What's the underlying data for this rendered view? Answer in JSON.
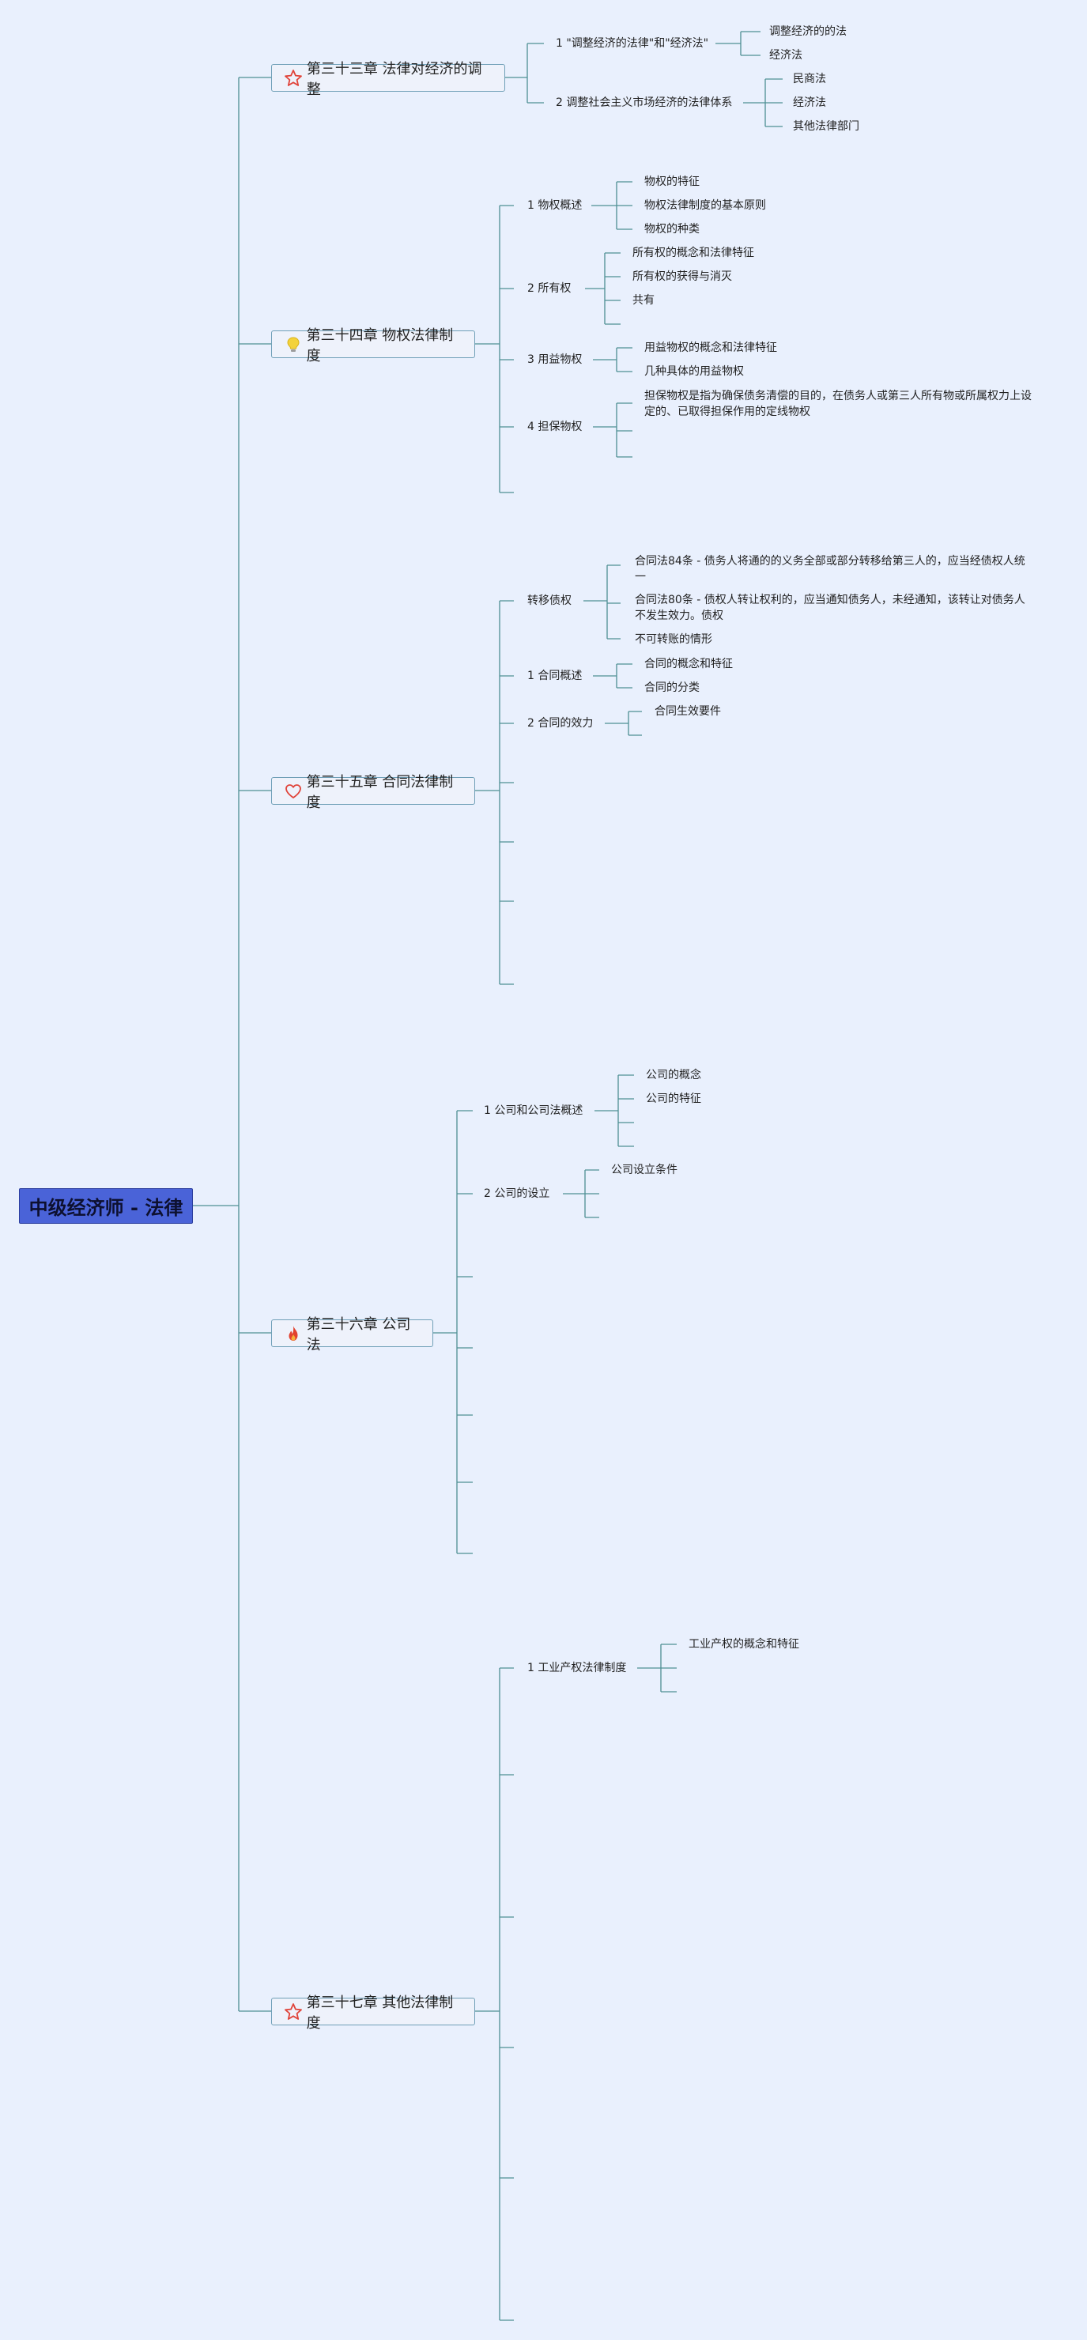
{
  "root": "中级经济师 - 法律",
  "chapters": [
    {
      "title": "第三十三章 法律对经济的调整",
      "icon": "star-icon",
      "sections": [
        {
          "label": "1 \"调整经济的法律\"和\"经济法\"",
          "items": [
            "调整经济的的法",
            "经济法"
          ]
        },
        {
          "label": "2 调整社会主义市场经济的法律体系",
          "items": [
            "民商法",
            "经济法",
            "其他法律部门"
          ]
        }
      ]
    },
    {
      "title": "第三十四章 物权法律制度",
      "icon": "lightbulb-icon",
      "sections": [
        {
          "label": "1 物权概述",
          "items": [
            "物权的特征",
            "物权法律制度的基本原则",
            "物权的种类"
          ]
        },
        {
          "label": "2 所有权",
          "items": [
            "所有权的概念和法律特征",
            "所有权的获得与消灭",
            "共有"
          ]
        },
        {
          "label": "3 用益物权",
          "items": [
            "用益物权的概念和法律特征",
            "几种具体的用益物权"
          ]
        },
        {
          "label": "4 担保物权",
          "items": [
            "担保物权是指为确保债务清偿的目的，在债务人或第三人所有物或所属权力上设定的、已取得担保作用的定线物权"
          ]
        }
      ]
    },
    {
      "title": "第三十五章 合同法律制度",
      "icon": "heart-icon",
      "sections": [
        {
          "label": "转移债权",
          "items": [
            "合同法84条 - 债务人将通的的义务全部或部分转移给第三人的，应当经债权人统一",
            "合同法80条 - 债权人转让权利的，应当通知债务人，未经通知，该转让对债务人不发生效力。债权",
            "不可转账的情形"
          ]
        },
        {
          "label": "1 合同概述",
          "items": [
            "合同的概念和特征",
            "合同的分类"
          ]
        },
        {
          "label": "2 合同的效力",
          "items": [
            "合同生效要件"
          ]
        }
      ]
    },
    {
      "title": "第三十六章 公司法",
      "icon": "fire-icon",
      "sections": [
        {
          "label": "1 公司和公司法概述",
          "items": [
            "公司的概念",
            "公司的特征"
          ]
        },
        {
          "label": "2 公司的设立",
          "items": [
            "公司设立条件"
          ]
        }
      ]
    },
    {
      "title": "第三十七章 其他法律制度",
      "icon": "star-icon",
      "sections": [
        {
          "label": "1 工业产权法律制度",
          "items": [
            "工业产权的概念和特征"
          ]
        }
      ]
    }
  ],
  "colors": {
    "background": "#e9f0fd",
    "root_fill": "#4a63d8",
    "connector": "#4e8f94",
    "chapter_border": "#6f9fb7"
  }
}
